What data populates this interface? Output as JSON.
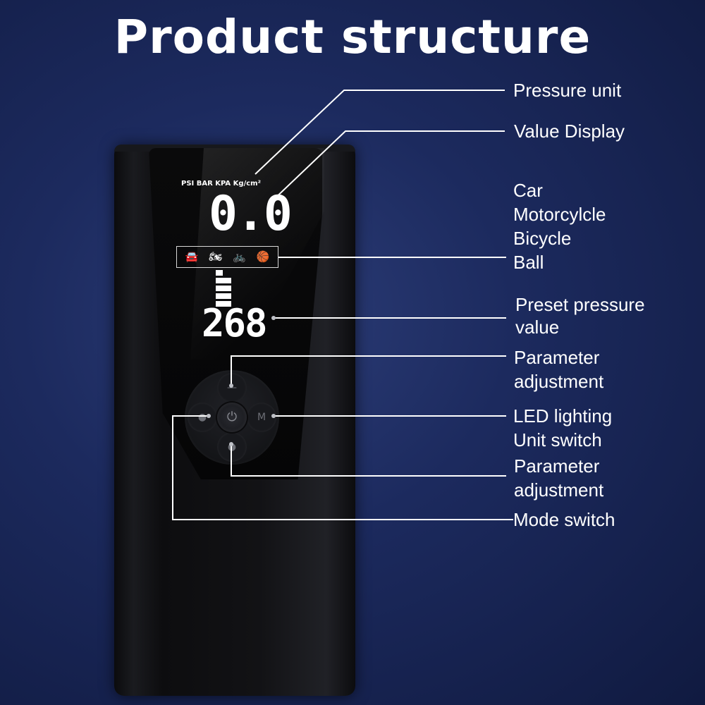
{
  "title": "Product structure",
  "device": {
    "units_text": "PSI BAR  KPA  Kg/cm²",
    "current_value": "0.0",
    "preset_value": "268",
    "mode_icons": [
      "🚘",
      "🏍",
      "🚲",
      "🏀"
    ],
    "buttons": {
      "up": "—",
      "down": "●",
      "left": "●",
      "right": "M",
      "power": "⏻"
    }
  },
  "labels": {
    "pressure_unit": "Pressure unit",
    "value_display": "Value Display",
    "modes": [
      "Car",
      "Motorcylcle",
      "Bicycle",
      "Ball"
    ],
    "preset_pressure": [
      "Preset pressure",
      "value"
    ],
    "param_adjust_top": [
      "Parameter",
      "adjustment"
    ],
    "led_unit": [
      "LED lighting",
      "Unit switch"
    ],
    "param_adjust_bottom": [
      "Parameter",
      "adjustment"
    ],
    "mode_switch": "Mode switch"
  }
}
